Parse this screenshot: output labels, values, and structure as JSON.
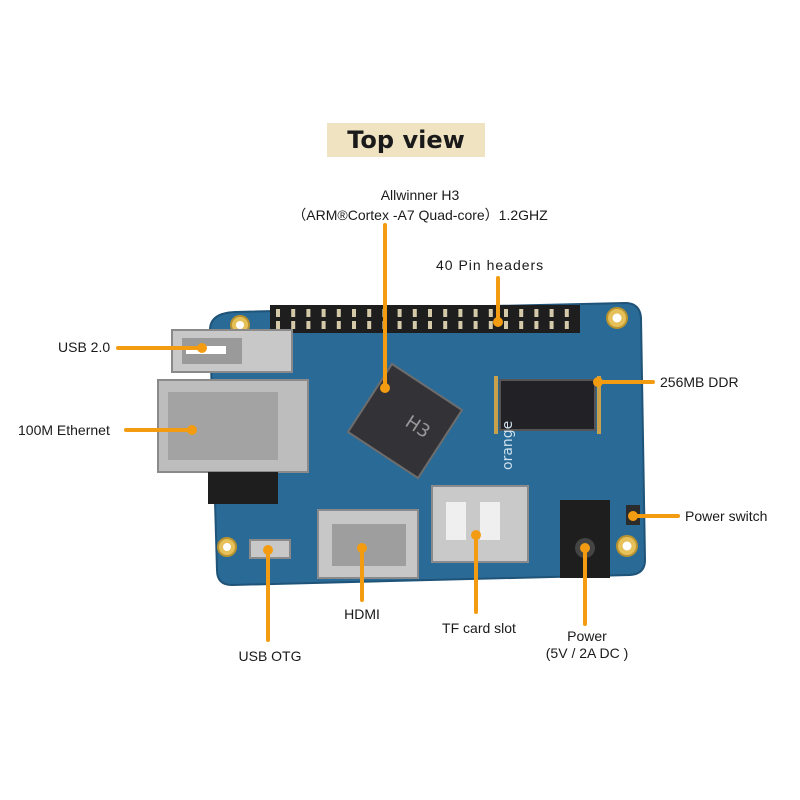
{
  "title": "Top view",
  "labels": {
    "soc_line1": "Allwinner H3",
    "soc_line2": "（ARM®Cortex -A7 Quad-core）1.2GHZ",
    "pin_headers": "40 Pin headers",
    "usb2": "USB 2.0",
    "ethernet": "100M Ethernet",
    "ddr": "256MB DDR",
    "power_switch": "Power switch",
    "hdmi": "HDMI",
    "tf_card": "TF card slot",
    "usb_otg": "USB OTG",
    "power_line1": "Power",
    "power_line2": "(5V / 2A DC )"
  },
  "chip_marks": {
    "soc": "H3",
    "board_brand": "orange"
  },
  "colors": {
    "accent": "#f39c12",
    "pcb": "#2a6a96",
    "title_bg": "#efe3c2"
  }
}
